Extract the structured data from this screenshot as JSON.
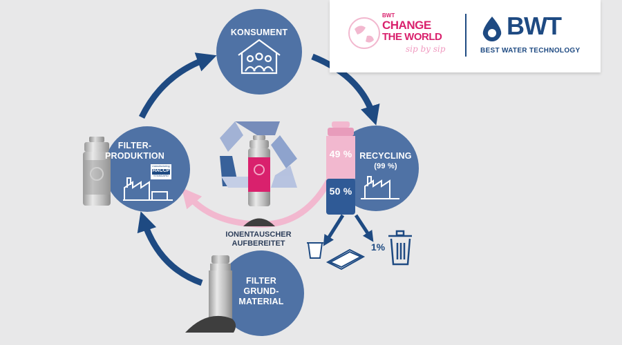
{
  "nodes": {
    "konsument": "KONSUMENT",
    "recycling_title": "RECYCLING",
    "recycling_pct": "(99 %)",
    "filter_prod_line1": "FILTER-",
    "filter_prod_line2": "PRODUKTION",
    "filter_grund_line1": "FILTER",
    "filter_grund_line2": "GRUND-",
    "filter_grund_line3": "MATERIAL"
  },
  "center": {
    "ion_line1": "IONENTAUSCHER",
    "ion_line2": "AUFBEREITET"
  },
  "cartridge": {
    "top_pct": "49 %",
    "bottom_pct": "50 %"
  },
  "waste": {
    "pct": "1%"
  },
  "haccp": {
    "small": "manufacturing",
    "main": "HACCP",
    "sub": "STANDARD"
  },
  "logos": {
    "campaign_brand": "BWT",
    "campaign_line1": "CHANGE",
    "campaign_line2": "THE WORLD",
    "campaign_tagline": "sip by sip",
    "brand_name": "BWT",
    "brand_tagline": "BEST WATER TECHNOLOGY"
  },
  "colors": {
    "circle": "#4f72a5",
    "arrow": "#1e4a82",
    "pink": "#f2b8cf",
    "magenta": "#d9216d",
    "dark_text": "#2d3e5a",
    "background": "#e8e8e9"
  }
}
